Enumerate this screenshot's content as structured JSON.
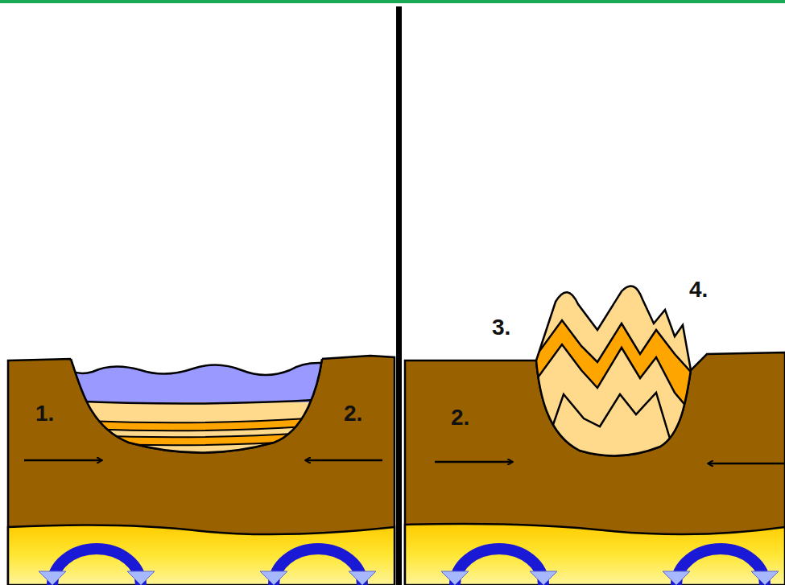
{
  "diagram": {
    "labels": [
      "1.",
      "2.",
      "2.",
      "3.",
      "4."
    ]
  }
}
